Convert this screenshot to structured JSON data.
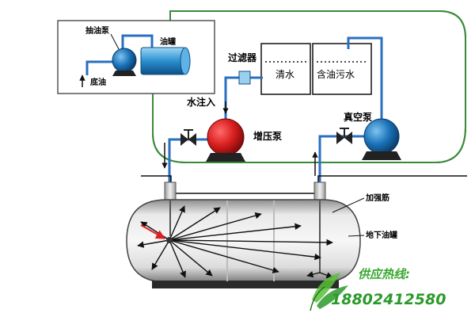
{
  "labels": {
    "pump_draw_oil": "抽油泵",
    "oil_drum": "油罐",
    "bottom_oil": "底油",
    "filter": "过滤器",
    "clean_water": "清水",
    "oily_waste_water": "含油污水",
    "water_inlet": "水注入",
    "booster_pump": "增压泵",
    "vacuum_pump": "真空泵",
    "stiffener": "加强筋",
    "underground_tank": "地下油罐"
  },
  "hotline": {
    "title": "供应热线:",
    "number": "18802412580"
  },
  "colors": {
    "frame_green": "#3a8a3a",
    "pump_red": "#d81e1e",
    "pump_blue": "#1a72b8",
    "pipe_blue": "#2a6fc0",
    "tank_gray": "#c9c9c9",
    "accent_red": "#e02020",
    "hotline_green": "#2b9a2a"
  },
  "icons": [
    "up-arrow-icon",
    "valve-icon",
    "leaf-logo-icon"
  ]
}
